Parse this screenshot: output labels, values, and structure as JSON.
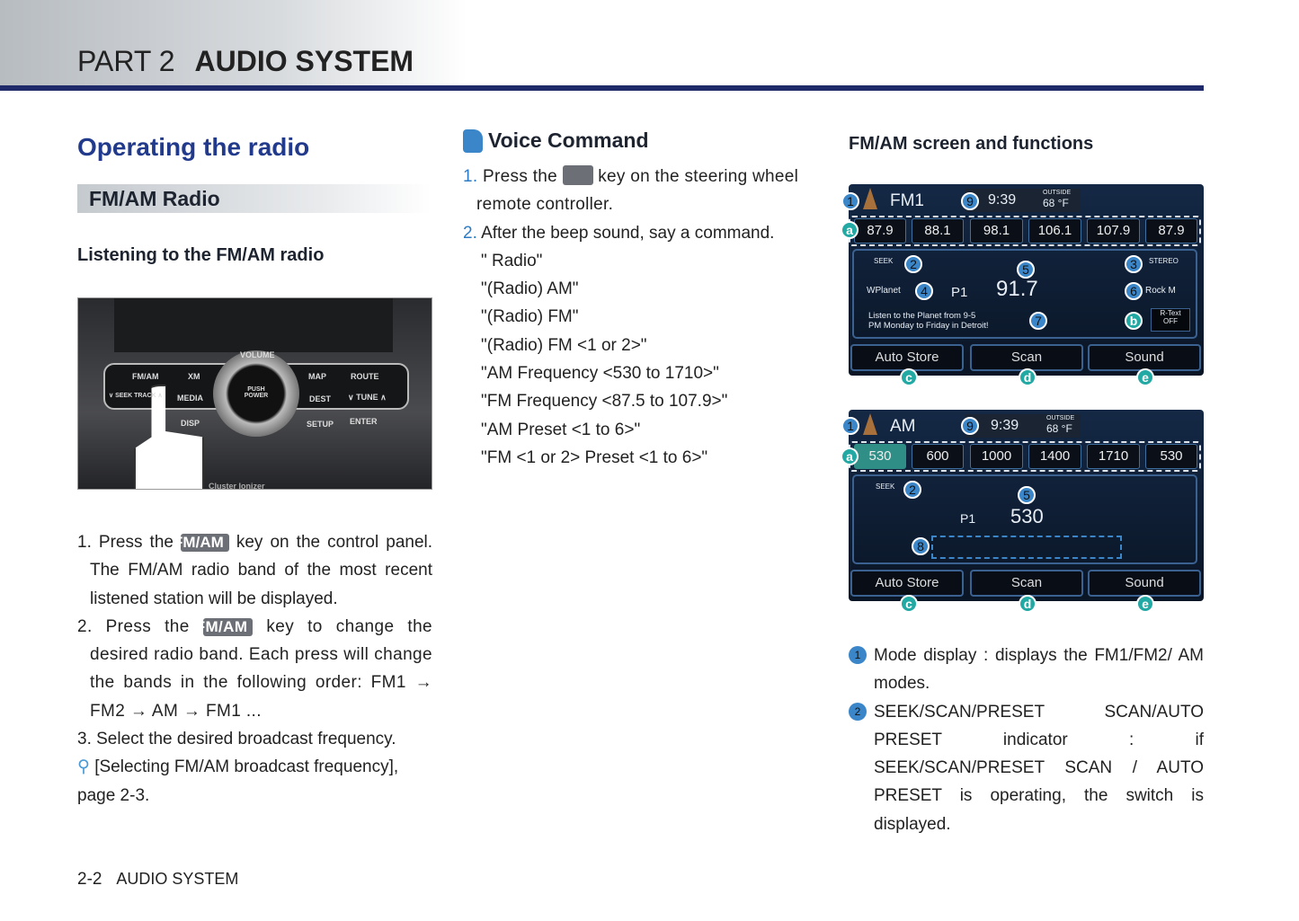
{
  "header": {
    "part": "PART 2",
    "title": "AUDIO SYSTEM"
  },
  "left": {
    "title": "Operating the radio",
    "band": "FM/AM Radio",
    "subtitle": "Listening to the FM/AM radio",
    "photo_labels": {
      "fmam": "FM/AM",
      "xm": "XM",
      "map": "MAP",
      "route": "ROUTE",
      "media": "MEDIA",
      "dest": "DEST",
      "tune": "∨ TUNE ∧",
      "disp": "DISP",
      "setup": "SETUP",
      "enter": "ENTER",
      "volume": "VOLUME",
      "power": "PUSH POWER",
      "seek": "∨ SEEK TRACK ∧",
      "cluster": "Cluster Ionizer"
    },
    "steps": [
      {
        "pre": "1. Press the",
        "key": "FM/AM",
        "post": "key on the control panel. The FM/AM radio band of the most recent listened station will be displayed."
      },
      {
        "pre": "2. Press the",
        "key": "FM/AM",
        "post": "key to change the desired radio band. Each press will change the bands in the following order: FM1 → FM2 → AM → FM1 ..."
      },
      {
        "text": "3. Select the desired broadcast frequency."
      }
    ],
    "ref": "[Selecting FM/AM broadcast frequency], page 2-3."
  },
  "voice": {
    "title": "Voice Command",
    "step1_num": "1.",
    "step1_pre": "Press the",
    "step1_post": "key on the steering wheel remote controller.",
    "step2_num": "2.",
    "step2": "After the beep sound, say a command.",
    "commands": [
      "\" Radio\"",
      "\"(Radio) AM\"",
      "\"(Radio) FM\"",
      "\"(Radio) FM <1 or 2>\"",
      "\"AM Frequency <530 to 1710>\"",
      "\"FM Frequency <87.5 to 107.9>\"",
      "\"AM Preset <1 to 6>\"",
      "\"FM <1 or 2> Preset <1 to 6>\""
    ]
  },
  "right": {
    "title": "FM/AM screen and functions",
    "fm": {
      "mode": "FM1",
      "time": "9:39",
      "outside": "OUTSIDE",
      "temp": "68 °F",
      "presets": [
        "87.9",
        "88.1",
        "98.1",
        "106.1",
        "107.9",
        "87.9"
      ],
      "seek": "SEEK",
      "stereo": "STEREO",
      "station": "WPlanet",
      "preset": "P1",
      "freq": "91.7",
      "genre": "Rock M",
      "rtext_line1": "Listen to the Planet from 9-5",
      "rtext_line2": "PM Monday to Friday in Detroit!",
      "rtext_btn1": "R-Text",
      "rtext_btn2": "OFF",
      "buttons": [
        "Auto Store",
        "Scan",
        "Sound"
      ]
    },
    "am": {
      "mode": "AM",
      "time": "9:39",
      "outside": "OUTSIDE",
      "temp": "68 °F",
      "presets": [
        "530",
        "600",
        "1000",
        "1400",
        "1710",
        "530"
      ],
      "seek": "SEEK",
      "preset": "P1",
      "freq": "530",
      "buttons": [
        "Auto Store",
        "Scan",
        "Sound"
      ]
    },
    "badges": {
      "n1": "1",
      "n2": "2",
      "n3": "3",
      "n4": "4",
      "n5": "5",
      "n6": "6",
      "n7": "7",
      "n8": "8",
      "n9": "9",
      "a": "a",
      "b": "b",
      "c": "c",
      "d": "d",
      "e": "e"
    },
    "notes": [
      {
        "num": "1",
        "text": "Mode display : displays the FM1/FM2/ AM modes."
      },
      {
        "num": "2",
        "text": "SEEK/SCAN/PRESET SCAN/AUTO PRESET indicator : if SEEK/SCAN/PRESET SCAN / AUTO PRESET is operating, the switch is displayed."
      }
    ]
  },
  "footer": {
    "page": "2-2",
    "section": "AUDIO SYSTEM"
  }
}
